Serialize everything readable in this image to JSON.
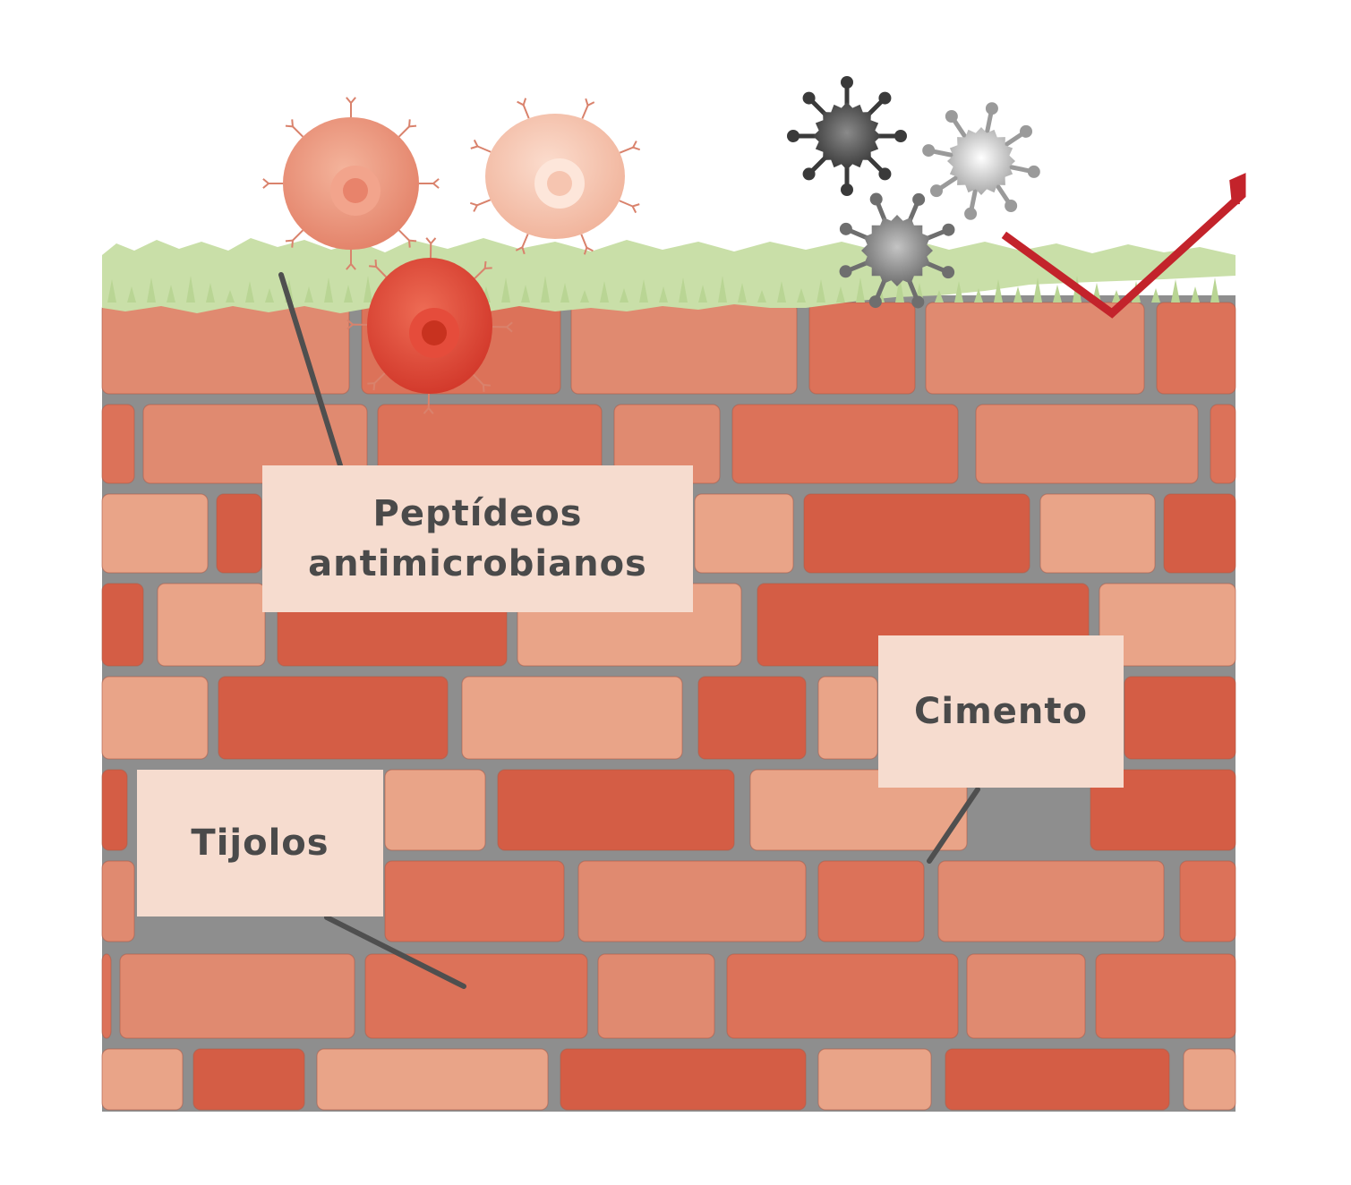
{
  "labels": {
    "peptides_line1": "Peptídeos",
    "peptides_line2": "antimicrobianos",
    "cement": "Cimento",
    "bricks": "Tijolos"
  },
  "colors": {
    "mortar": "#8e8e8e",
    "grass": "#c9dfa8",
    "background": "#ffffff",
    "label_box": "#f6dccf",
    "label_text": "#4a4a4a",
    "leader_line": "#4f4f4f",
    "check_mark": "#c3232b",
    "brick_shades": [
      "#e08a70",
      "#e9a488",
      "#f0b89f",
      "#dc7259",
      "#d45d45",
      "#e6967b"
    ]
  },
  "icons": {
    "cells": [
      "immune-cell-icon",
      "immune-cell-icon",
      "immune-cell-icon"
    ],
    "microbes": [
      "virus-icon",
      "virus-icon",
      "virus-icon"
    ],
    "mark": "check-mark-icon"
  }
}
